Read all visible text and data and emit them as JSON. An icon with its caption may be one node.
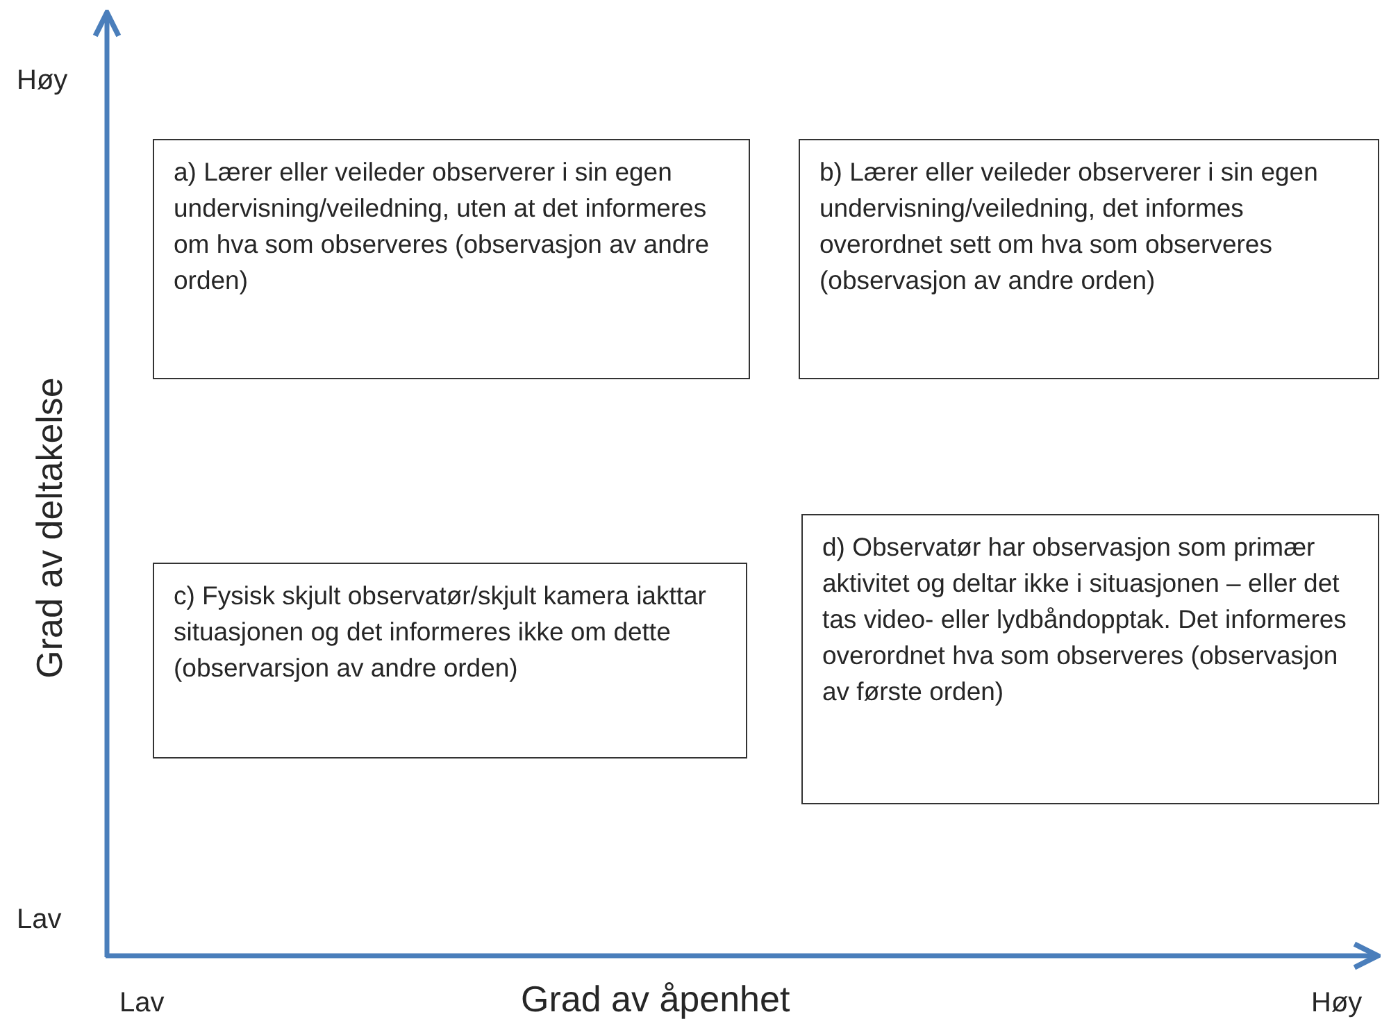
{
  "diagram": {
    "nodes": [
      {
        "text": [
          "a) Lærer eller veileder observerer i sin egen undervisning/veiledning, uten at det informeres om hva som observeres (observasjon av andre orden)"
        ]
      },
      {
        "text": [
          "b) Lærer eller veileder observerer i sin egen undervisning/veiledning, det informes overordnet sett om hva som observeres (observasjon av andre orden)"
        ]
      },
      {
        "text": [
          "c) Fysisk skjult observatør/skjult kamera iakttar situasjonen og det informeres ikke om dette (observarsjon av andre orden)"
        ]
      },
      {
        "text": [
          "d) Observatør har observasjon som primær aktivitet og deltar ikke i situasjonen – eller det tas video- eller lydbåndopptak. Det informeres overordnet hva som observeres (observasjon av første orden)"
        ]
      }
    ],
    "labels": [
      "Høy",
      "Grad av deltakelse",
      "Lav",
      "Lav",
      "Grad av åpenhet",
      "Høy"
    ]
  }
}
